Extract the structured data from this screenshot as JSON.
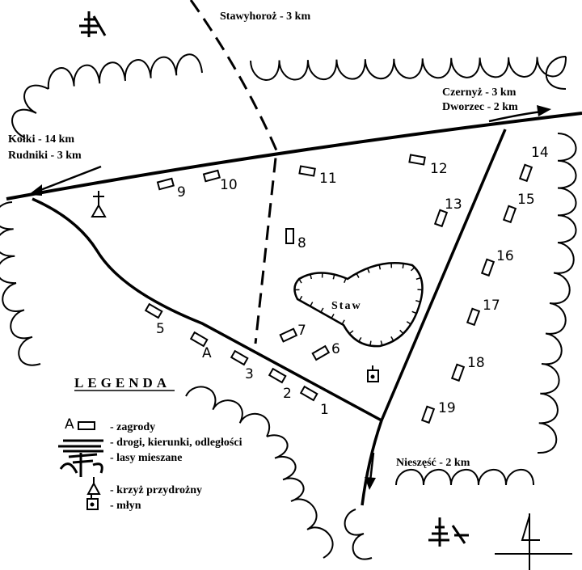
{
  "directions": {
    "north_road": "Stawyhoroż  - 3 km",
    "east_1": "Czernyż - 3 km",
    "east_2": "Dworzec - 2 km",
    "west_1": "Kołki - 14 km",
    "west_2": "Rudniki - 3 km",
    "south": "Nieszęść - 2 km"
  },
  "pond_label": "Staw",
  "houses": [
    "1",
    "2",
    "3",
    "A",
    "5",
    "6",
    "7",
    "8",
    "9",
    "10",
    "11",
    "12",
    "13",
    "14",
    "15",
    "16",
    "17",
    "18",
    "19"
  ],
  "legend": {
    "title": "LEGENDA",
    "house_marker": "A",
    "items": [
      "- zagrody",
      "- drogi, kierunki, odległości",
      "- lasy mieszane",
      "- krzyż przydrożny",
      "- młyn"
    ]
  }
}
